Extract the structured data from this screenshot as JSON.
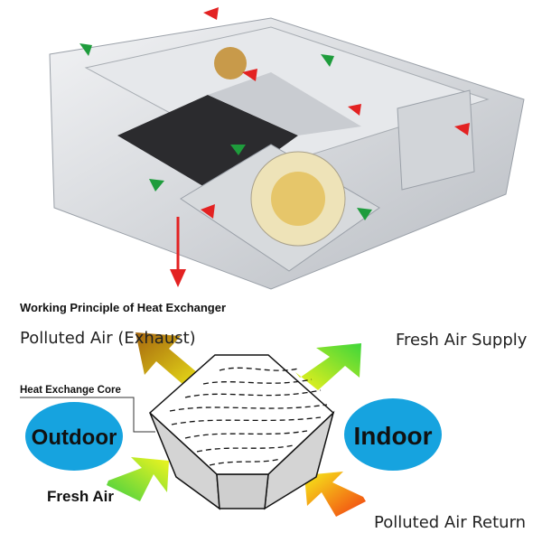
{
  "title": "Working Principle of Heat Exchanger",
  "labels": {
    "exhaust": "Polluted Air (Exhaust)",
    "supply": "Fresh Air Supply",
    "core": "Heat Exchange Core",
    "outdoor": "Outdoor",
    "indoor": "Indoor",
    "fresh_air": "Fresh Air",
    "return": "Polluted Air Return"
  },
  "colors": {
    "ellipse": "#16a3df",
    "arrow_red": "#e32222",
    "arrow_green": "#1e9c3c"
  }
}
